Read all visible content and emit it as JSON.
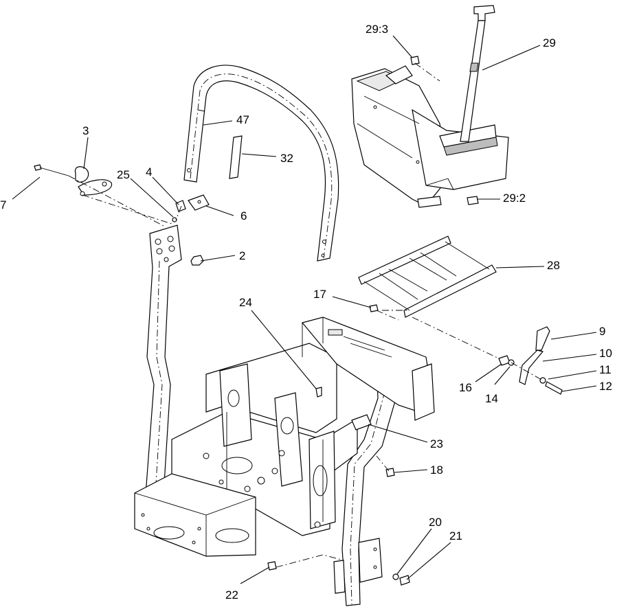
{
  "diagram": {
    "callouts": [
      {
        "id": "c3",
        "label": "3"
      },
      {
        "id": "c7",
        "label": "7"
      },
      {
        "id": "c25",
        "label": "25"
      },
      {
        "id": "c4",
        "label": "4"
      },
      {
        "id": "c6",
        "label": "6"
      },
      {
        "id": "c2",
        "label": "2"
      },
      {
        "id": "c47",
        "label": "47"
      },
      {
        "id": "c32",
        "label": "32"
      },
      {
        "id": "c29_3",
        "label": "29:3"
      },
      {
        "id": "c29",
        "label": "29"
      },
      {
        "id": "c29_2",
        "label": "29:2"
      },
      {
        "id": "c28",
        "label": "28"
      },
      {
        "id": "c17",
        "label": "17"
      },
      {
        "id": "c24",
        "label": "24"
      },
      {
        "id": "c9",
        "label": "9"
      },
      {
        "id": "c10",
        "label": "10"
      },
      {
        "id": "c11",
        "label": "11"
      },
      {
        "id": "c12",
        "label": "12"
      },
      {
        "id": "c16",
        "label": "16"
      },
      {
        "id": "c14",
        "label": "14"
      },
      {
        "id": "c23",
        "label": "23"
      },
      {
        "id": "c18",
        "label": "18"
      },
      {
        "id": "c20",
        "label": "20"
      },
      {
        "id": "c21",
        "label": "21"
      },
      {
        "id": "c22",
        "label": "22"
      }
    ]
  }
}
